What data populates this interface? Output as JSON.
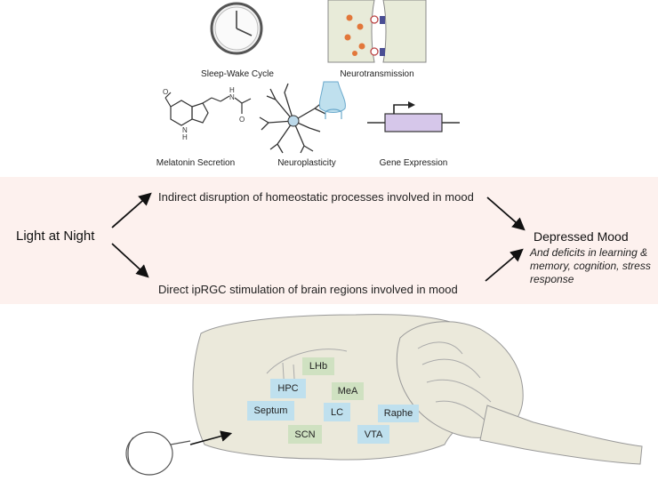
{
  "icons": {
    "sleep_wake": {
      "label": "Sleep-Wake Cycle",
      "icon": "clock-icon"
    },
    "neurotransmission": {
      "label": "Neurotransmission",
      "icon": "synapse-icon"
    },
    "melatonin": {
      "label": "Melatonin Secretion",
      "icon": "melatonin-molecule-icon"
    },
    "neuroplasticity": {
      "label": "Neuroplasticity",
      "icon": "neuron-icon"
    },
    "gene_expression": {
      "label": "Gene Expression",
      "icon": "gene-icon"
    }
  },
  "molecule": {
    "o": "O",
    "nh": "H",
    "n": "N",
    "h": "H",
    "o2": "O"
  },
  "flow": {
    "source": "Light at Night",
    "indirect": "Indirect disruption of homeostatic processes involved in mood",
    "direct": "Direct ipRGC stimulation of brain regions involved in mood",
    "outcome_title": "Depressed Mood",
    "outcome_detail": "And deficits in learning & memory, cognition, stress response"
  },
  "brain_regions": [
    {
      "label": "LHb",
      "type": "green"
    },
    {
      "label": "HPC",
      "type": "blue"
    },
    {
      "label": "MeA",
      "type": "green"
    },
    {
      "label": "Septum",
      "type": "blue"
    },
    {
      "label": "LC",
      "type": "blue"
    },
    {
      "label": "Raphe",
      "type": "blue"
    },
    {
      "label": "SCN",
      "type": "green"
    },
    {
      "label": "VTA",
      "type": "blue"
    }
  ],
  "colors": {
    "blue_region": "#bfe0ee",
    "green_region": "#cfe1c1",
    "band": "#fdf1ee",
    "brain": "#ebe9db"
  }
}
